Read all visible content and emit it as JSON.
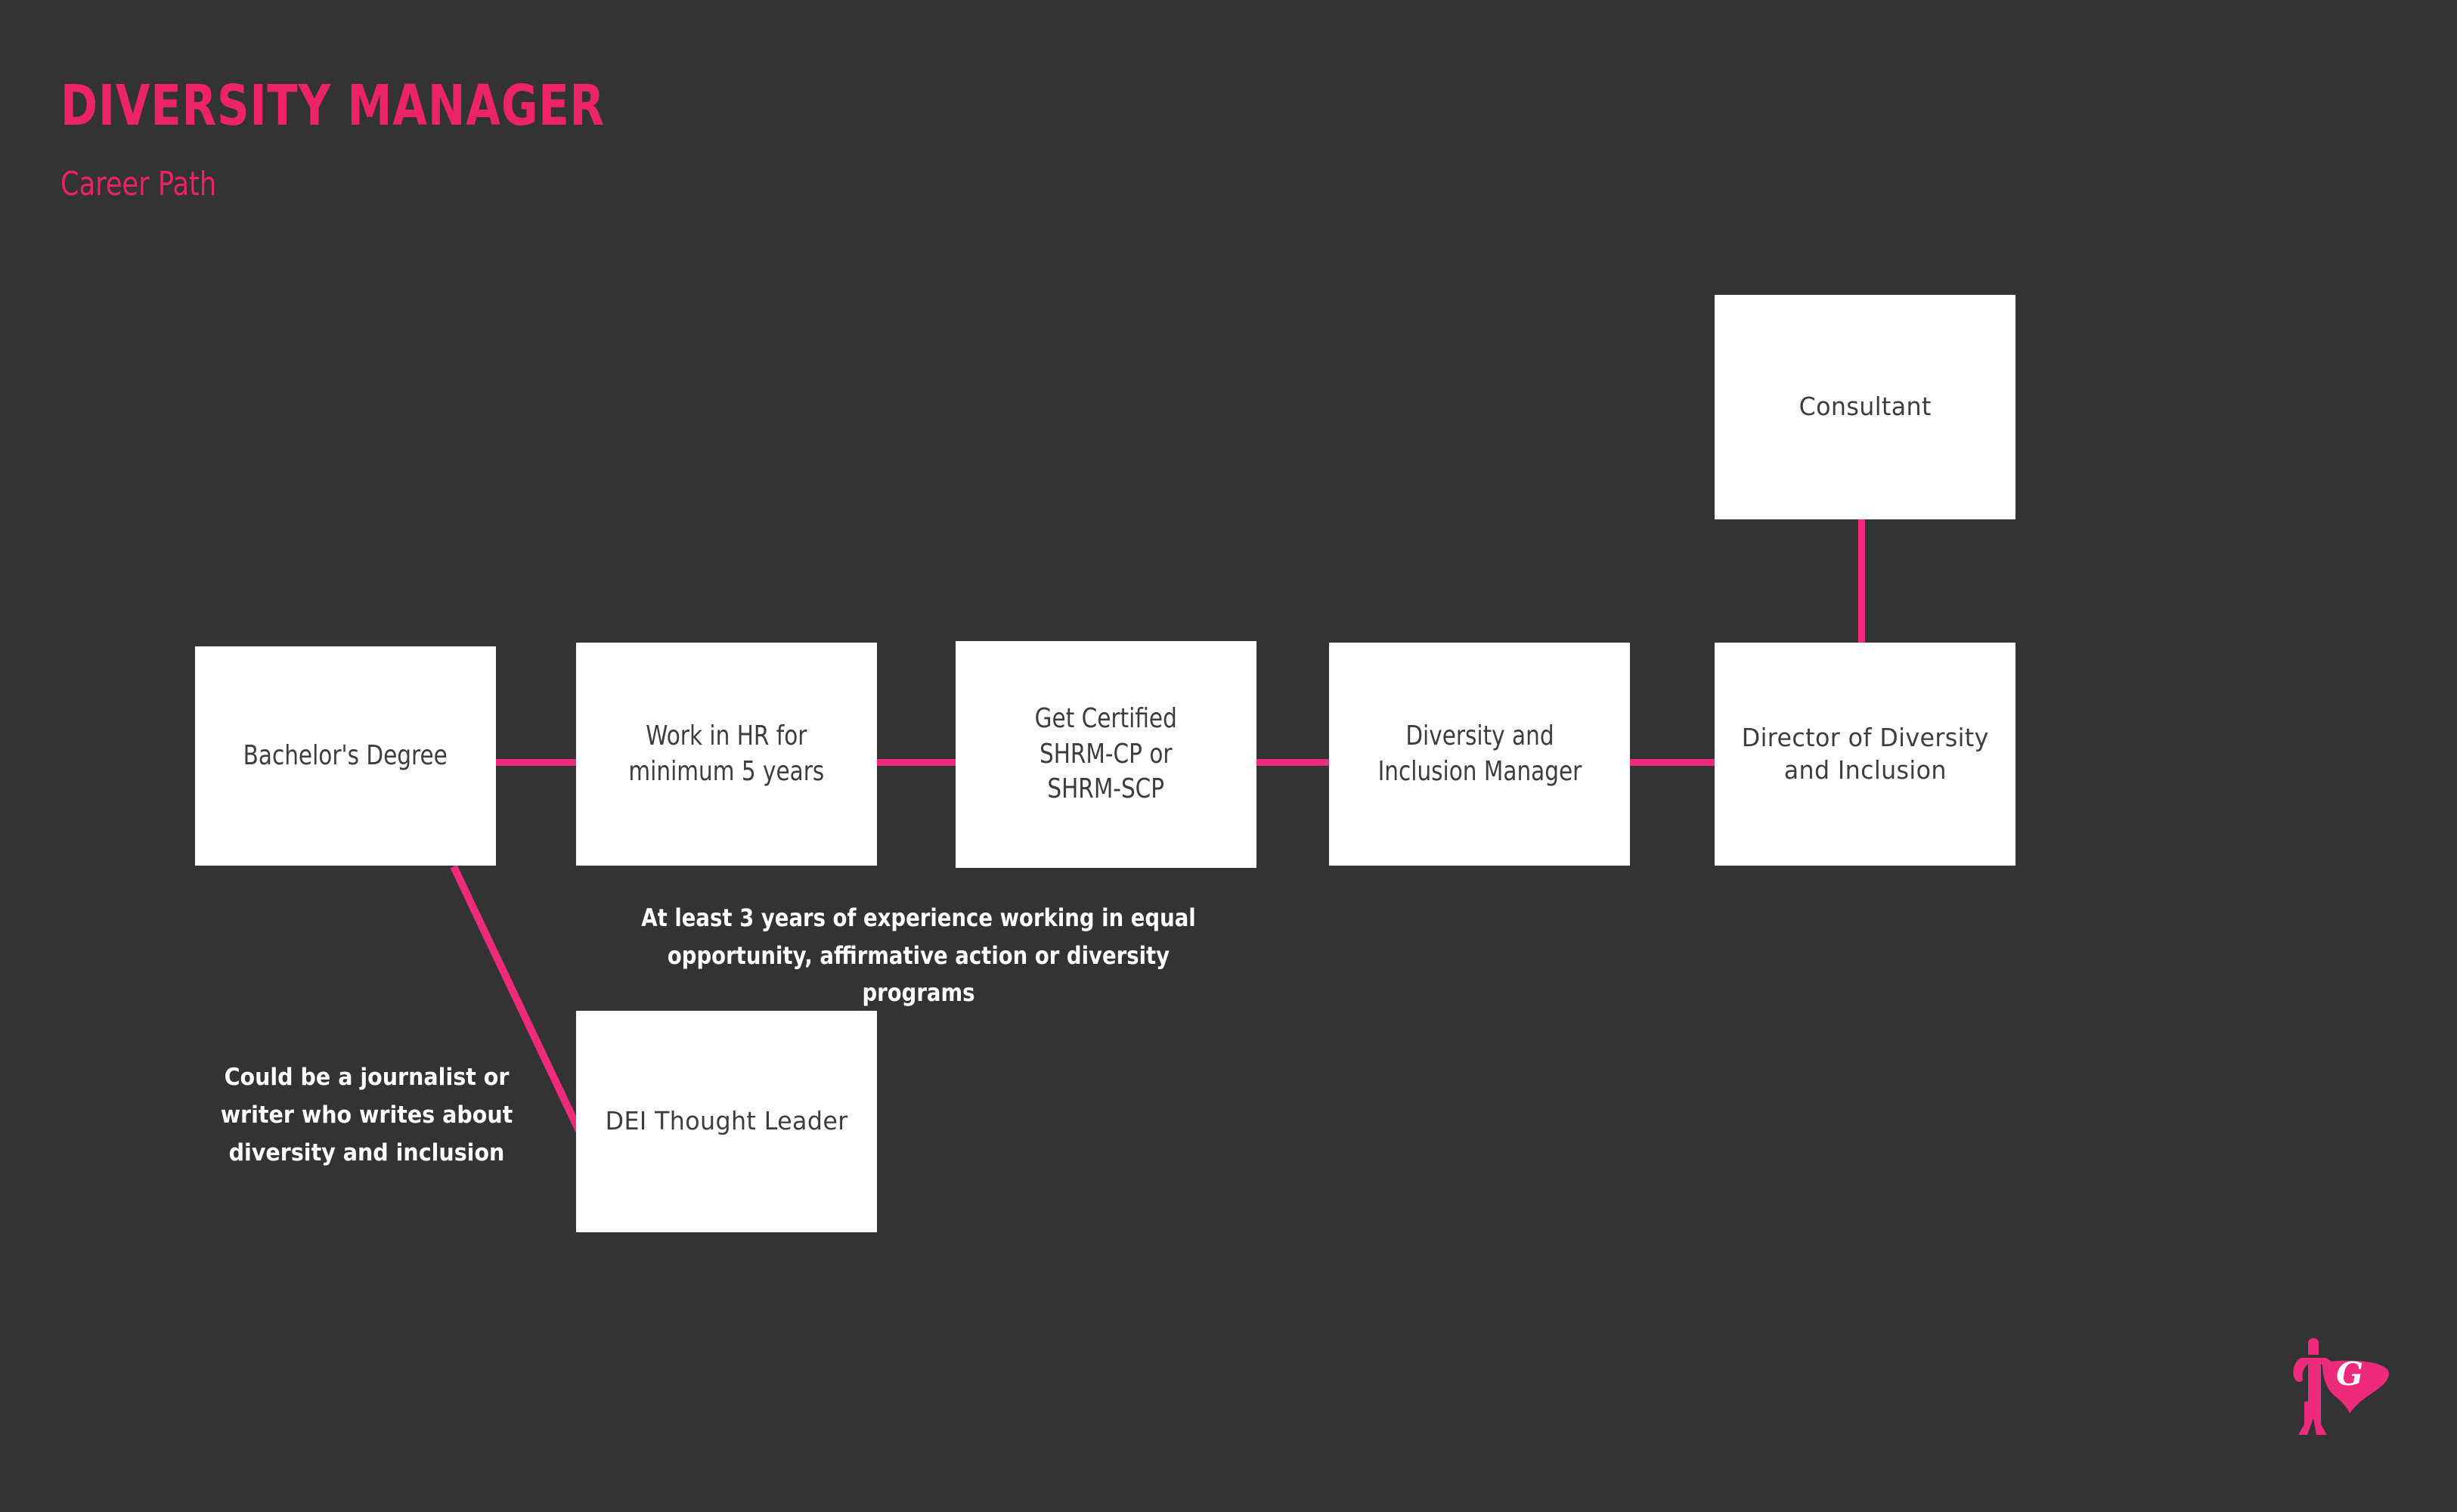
{
  "header": {
    "title": "DIVERSITY MANAGER",
    "subtitle": "Career Path"
  },
  "colors": {
    "background": "#333333",
    "accent_pink": "#ED2A7B",
    "title_pink": "#EC2366",
    "node_fill": "#FFFFFF",
    "node_text": "#3D3D3D",
    "annotation_text": "#FFFFFF"
  },
  "flow": {
    "nodes": [
      {
        "id": "bachelors",
        "label": "Bachelor's Degree"
      },
      {
        "id": "work-hr",
        "label": "Work in HR for\nminimum 5 years"
      },
      {
        "id": "certified",
        "label": "Get Certified\nSHRM-CP or\nSHRM-SCP"
      },
      {
        "id": "di-manager",
        "label": "Diversity and\nInclusion Manager"
      },
      {
        "id": "director",
        "label": "Director of Diversity\nand Inclusion"
      },
      {
        "id": "consultant",
        "label": "Consultant"
      },
      {
        "id": "dei-thought-leader",
        "label": "DEI Thought Leader"
      }
    ]
  },
  "annotations": {
    "experience": "At least 3 years of experience  working in equal opportunity, affirmative action or diversity programs",
    "journalist": "Could be a journalist  or writer who writes about diversity and inclusion"
  },
  "logo": {
    "name": "superhero-g-logo",
    "letter": "G"
  }
}
